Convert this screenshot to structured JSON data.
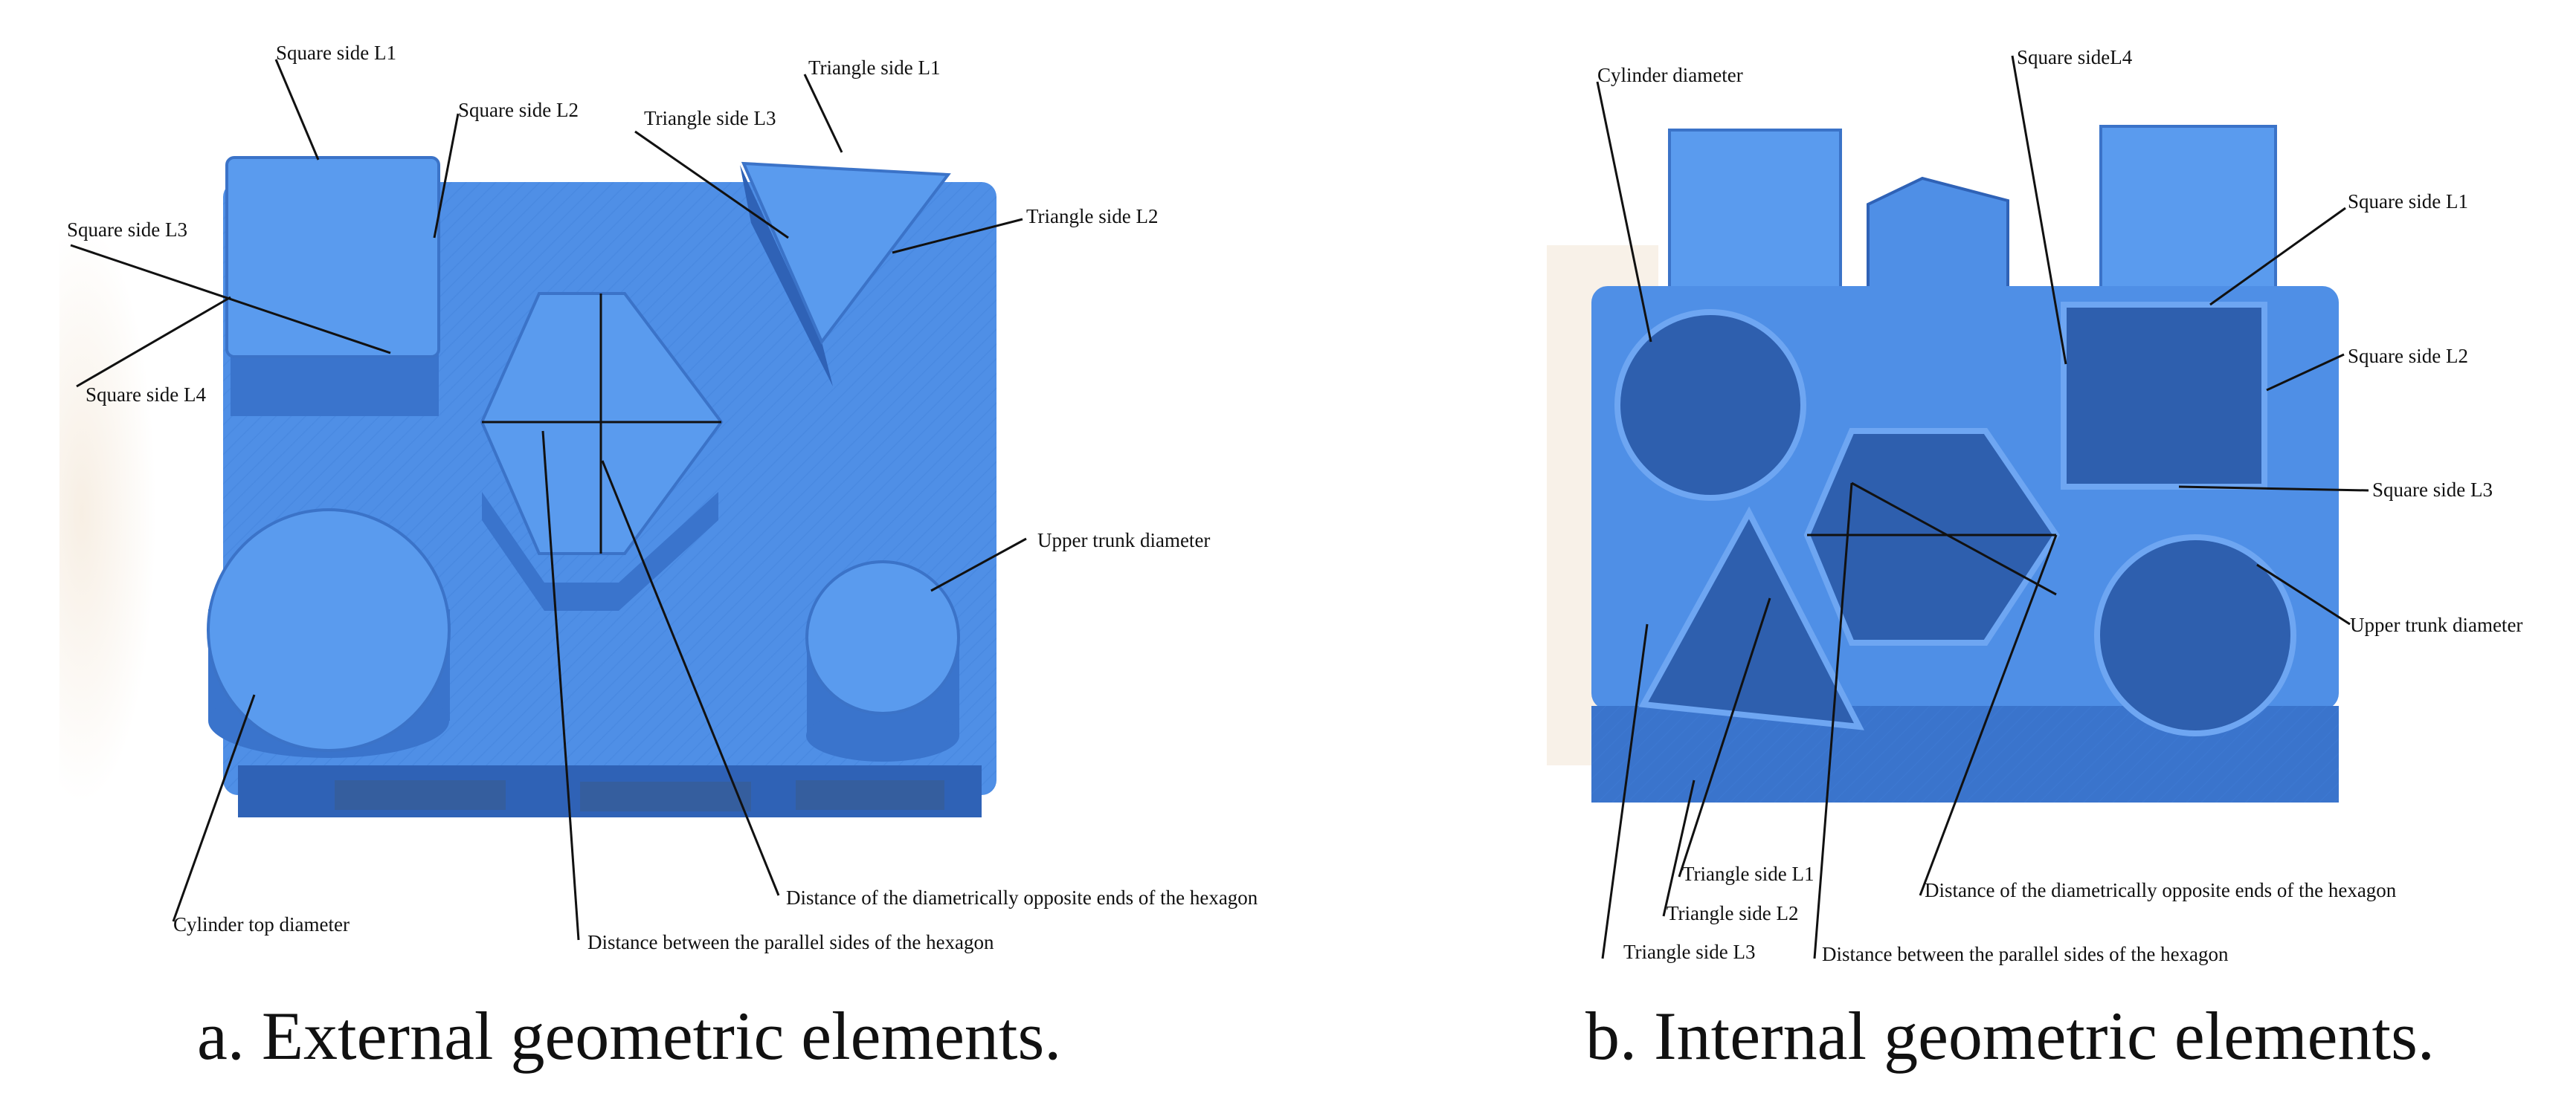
{
  "colors": {
    "part_blue": "#4f8fe6",
    "part_dark": "#2f62b6",
    "part_light": "#7fb2f3",
    "background_tint": "#f2e4d2"
  },
  "panel_a": {
    "caption": "a. External geometric elements.",
    "labels": {
      "square_l1": "Square side L1",
      "square_l2": "Square side L2",
      "square_l3": "Square side L3",
      "square_l4": "Square side L4",
      "triangle_l1": "Triangle side L1",
      "triangle_l2": "Triangle side L2",
      "triangle_l3": "Triangle side L3",
      "upper_trunk": "Upper trunk diameter",
      "cylinder_top": "Cylinder top diameter",
      "hex_opposite": "Distance of the diametrically opposite ends of the hexagon",
      "hex_parallel": "Distance between the parallel sides of the hexagon"
    }
  },
  "panel_b": {
    "caption": "b. Internal geometric elements.",
    "labels": {
      "cylinder_diameter": "Cylinder diameter",
      "square_l4": "Square sideL4",
      "square_l1": "Square side L1",
      "square_l2": "Square side L2",
      "square_l3": "Square side L3",
      "upper_trunk": "Upper trunk diameter",
      "hex_opposite": "Distance of the diametrically opposite ends of the hexagon",
      "hex_parallel": "Distance between the parallel sides of the hexagon",
      "triangle_l1": "Triangle side L1",
      "triangle_l2": "Triangle side L2",
      "triangle_l3": "Triangle side L3"
    }
  }
}
